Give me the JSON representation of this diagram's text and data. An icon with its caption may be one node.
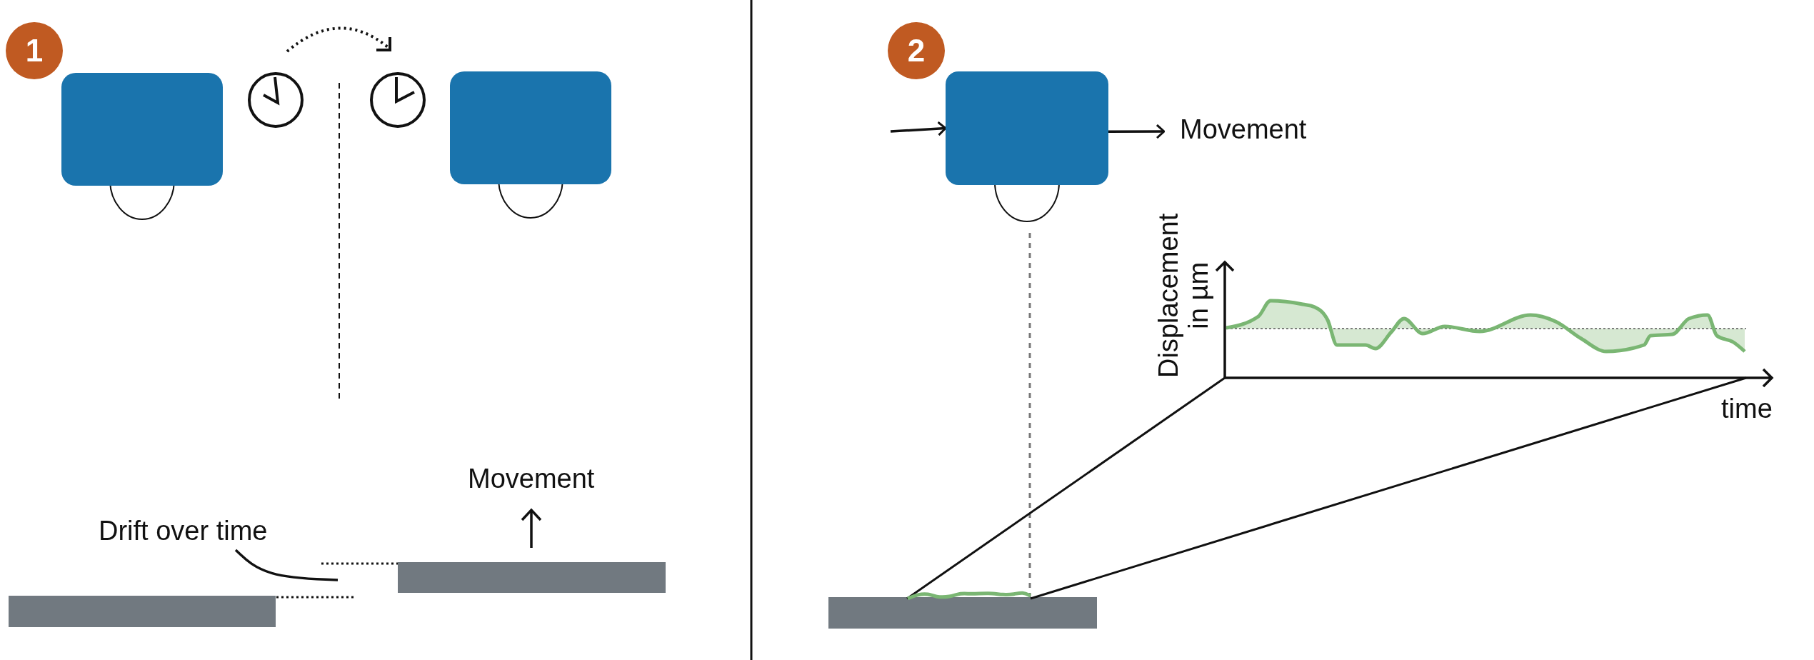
{
  "diagram": {
    "nodes": [
      {
        "text": [
          "1"
        ]
      },
      {
        "text": [
          "Drift over time"
        ]
      },
      {
        "text": [
          "2"
        ]
      },
      {
        "text": [],
        "shape": "box"
      },
      {
        "text": [
          "Movement"
        ]
      }
    ],
    "edges": [
      {
        "from": 1,
        "to": null,
        "arrow": "none"
      },
      {
        "from": null,
        "to": 3,
        "arrow": "to"
      },
      {
        "from": 3,
        "to": 4,
        "arrow": "to"
      }
    ],
    "labels": [
      "Movement",
      "Displacement in µm",
      "time"
    ]
  }
}
